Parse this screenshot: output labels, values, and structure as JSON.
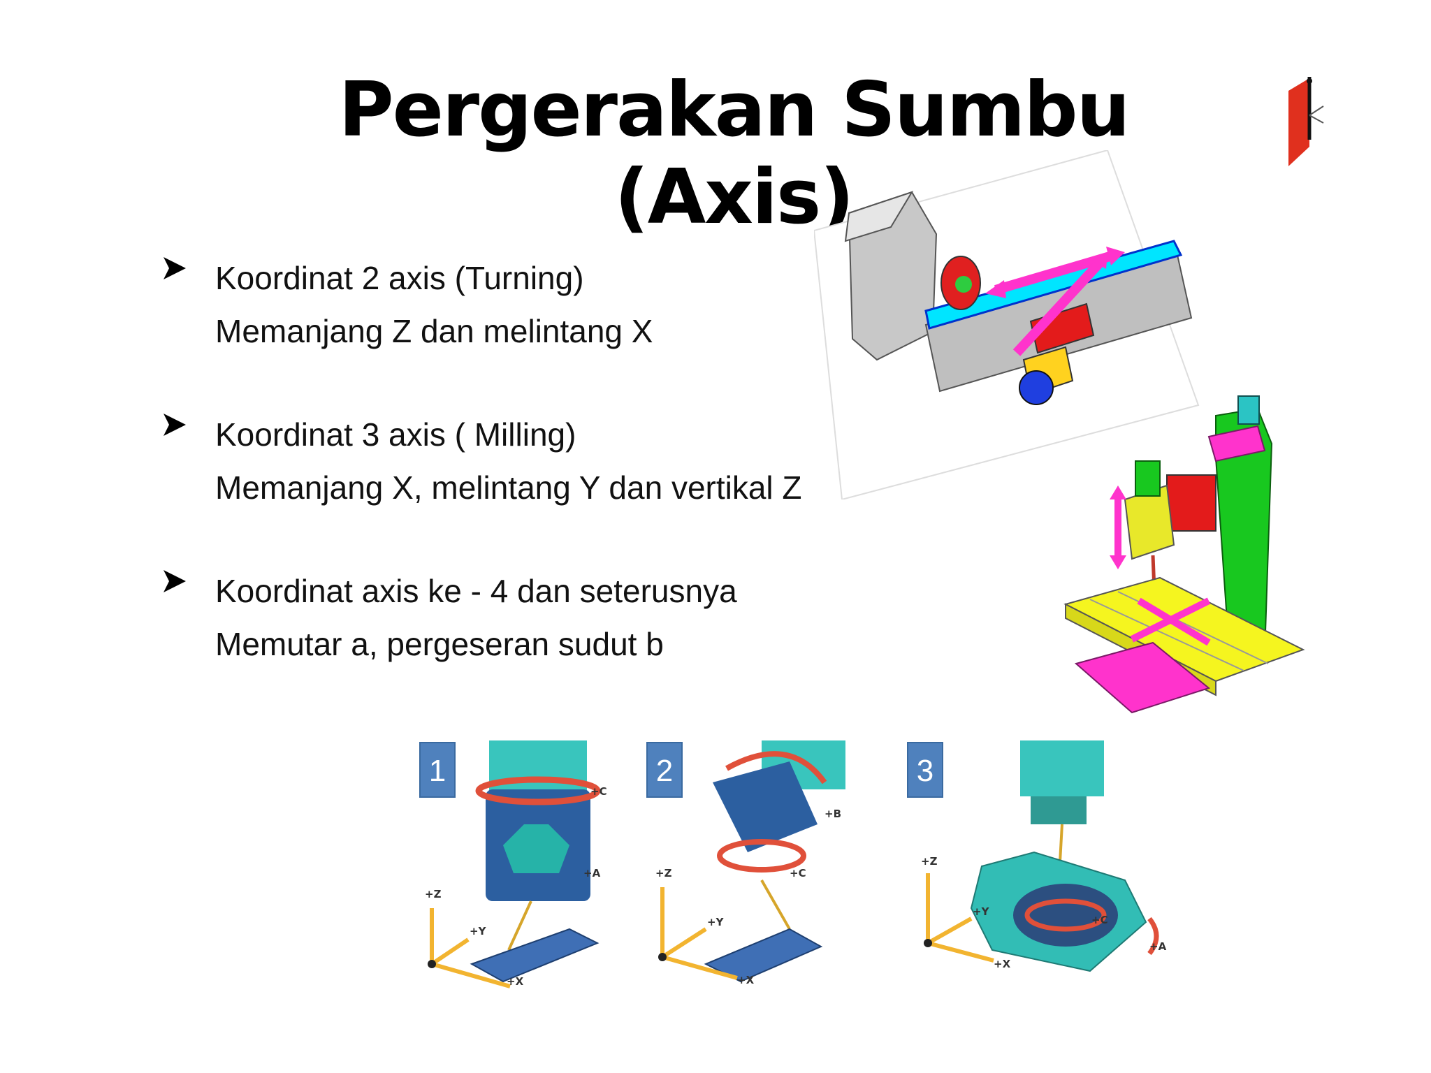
{
  "slide": {
    "title": "Pergerakan Sumbu (Axis)"
  },
  "bullets": [
    {
      "heading": "Koordinat 2 axis (Turning)",
      "detail": "Memanjang  Z dan melintang  X"
    },
    {
      "heading": "Koordinat 3 axis ( Milling)",
      "detail": "Memanjang  X, melintang  Y dan vertikal  Z"
    },
    {
      "heading": "Koordinat  axis ke - 4 dan seterusnya",
      "detail": "Memutar  a, pergeseran sudut b"
    }
  ],
  "panels": [
    {
      "number": "1",
      "axes": {
        "z": "+Z",
        "y": "+Y",
        "x": "+X",
        "r1": "+C",
        "r2": "+A"
      }
    },
    {
      "number": "2",
      "axes": {
        "z": "+Z",
        "y": "+Y",
        "x": "+X",
        "r1": "+B",
        "r2": "+C"
      }
    },
    {
      "number": "3",
      "axes": {
        "z": "+Z",
        "y": "+Y",
        "x": "+X",
        "r1": "+C",
        "r2": "+A"
      }
    }
  ],
  "colors": {
    "label_bg": "#4f81bd",
    "magenta": "#ff33cc",
    "teal": "#2bbfb6",
    "blue_table": "#3f6fb5"
  }
}
